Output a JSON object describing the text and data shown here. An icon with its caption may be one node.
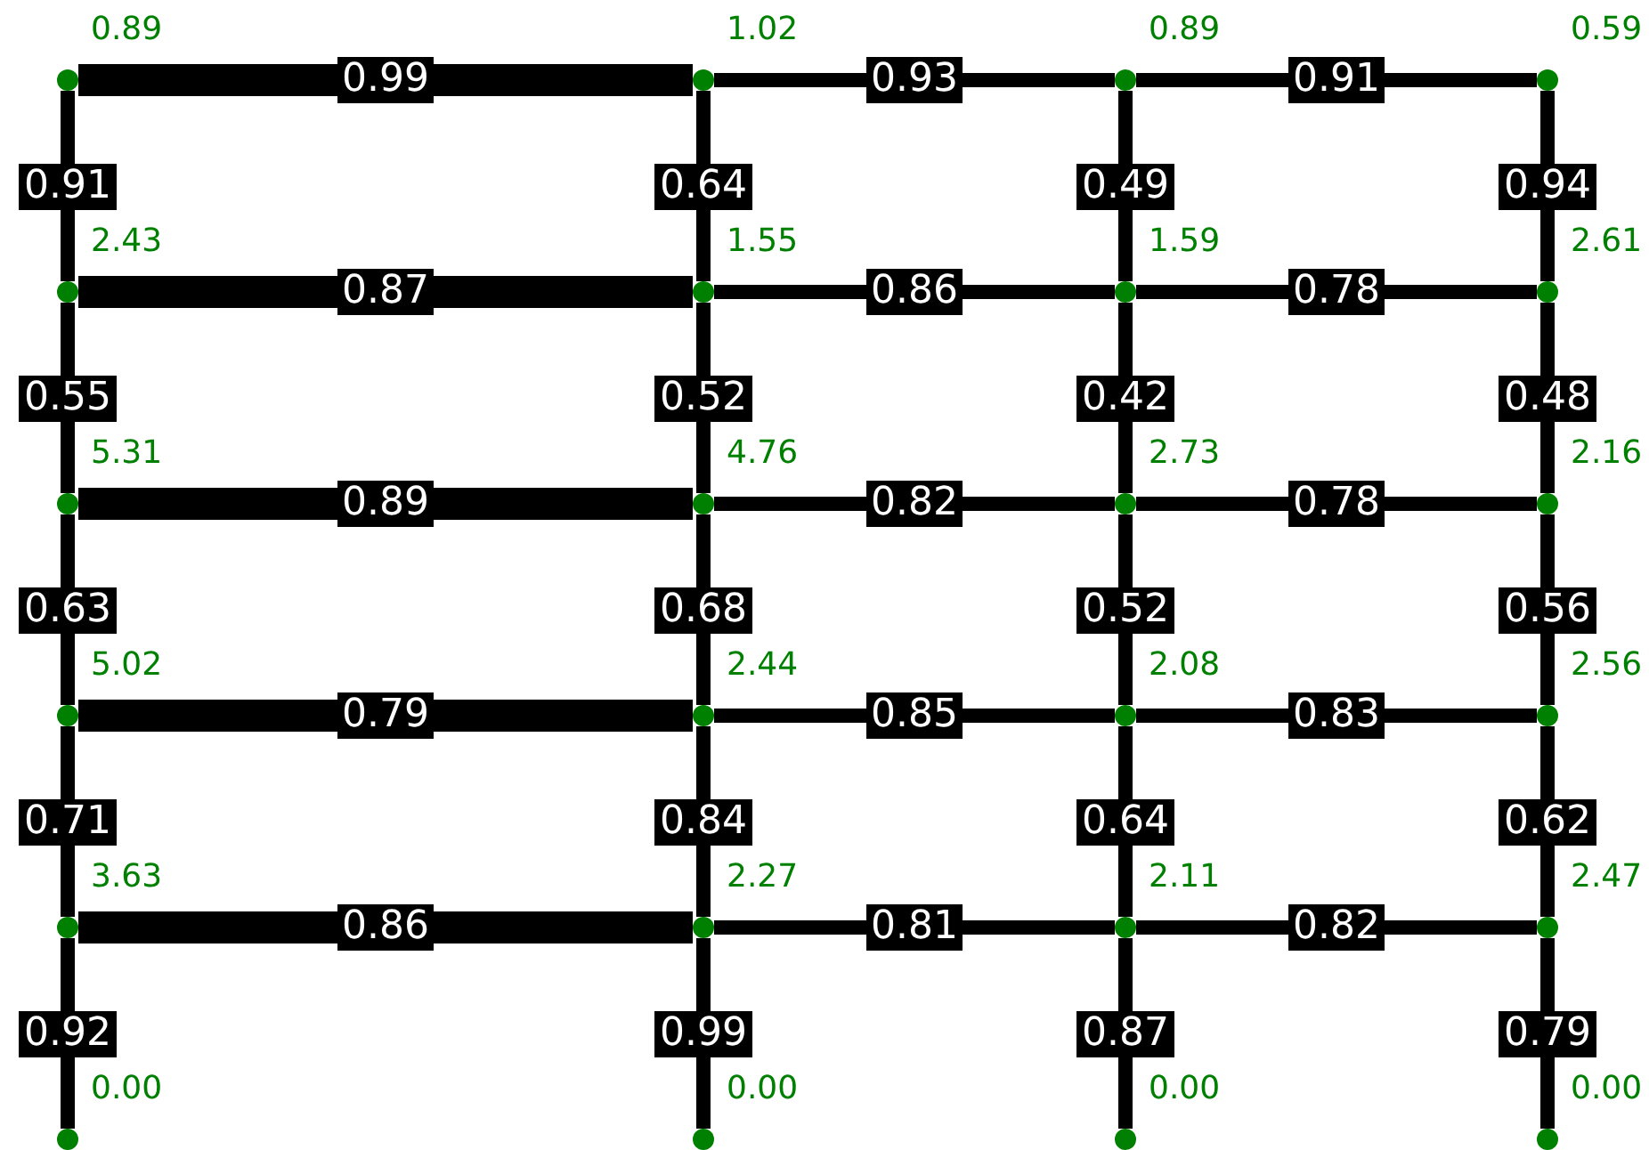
{
  "diagram": {
    "nodes": [
      {
        "text": [],
        "shape": "circle",
        "beside": [
          "0.89"
        ]
      },
      {
        "text": [],
        "shape": "circle",
        "beside": [
          "1.02"
        ]
      },
      {
        "text": [],
        "shape": "circle",
        "beside": [
          "0.89"
        ]
      },
      {
        "text": [],
        "shape": "circle",
        "beside": [
          "0.59"
        ]
      },
      {
        "text": [],
        "shape": "circle",
        "beside": [
          "2.43"
        ]
      },
      {
        "text": [],
        "shape": "circle",
        "beside": [
          "1.55"
        ]
      },
      {
        "text": [],
        "shape": "circle",
        "beside": [
          "1.59"
        ]
      },
      {
        "text": [],
        "shape": "circle",
        "beside": [
          "2.61"
        ]
      },
      {
        "text": [],
        "shape": "circle",
        "beside": [
          "5.31"
        ]
      },
      {
        "text": [],
        "shape": "circle",
        "beside": [
          "4.76"
        ]
      },
      {
        "text": [],
        "shape": "circle",
        "beside": [
          "2.73"
        ]
      },
      {
        "text": [],
        "shape": "circle",
        "beside": [
          "2.16"
        ]
      },
      {
        "text": [],
        "shape": "circle",
        "beside": [
          "5.02"
        ]
      },
      {
        "text": [],
        "shape": "circle",
        "beside": [
          "2.44"
        ]
      },
      {
        "text": [],
        "shape": "circle",
        "beside": [
          "2.08"
        ]
      },
      {
        "text": [],
        "shape": "circle",
        "beside": [
          "2.56"
        ]
      },
      {
        "text": [],
        "shape": "circle",
        "beside": [
          "3.63"
        ]
      },
      {
        "text": [],
        "shape": "circle",
        "beside": [
          "2.27"
        ]
      },
      {
        "text": [],
        "shape": "circle",
        "beside": [
          "2.11"
        ]
      },
      {
        "text": [],
        "shape": "circle",
        "beside": [
          "2.47"
        ]
      },
      {
        "text": [],
        "shape": "circle",
        "beside": [
          "0.00"
        ]
      },
      {
        "text": [],
        "shape": "circle",
        "beside": [
          "0.00"
        ]
      },
      {
        "text": [],
        "shape": "circle",
        "beside": [
          "0.00"
        ]
      },
      {
        "text": [],
        "shape": "circle",
        "beside": [
          "0.00"
        ]
      }
    ],
    "edges": [
      {
        "from": 0,
        "to": 1,
        "arrow": "none",
        "label": "0.99",
        "style": "thick"
      },
      {
        "from": 1,
        "to": 2,
        "arrow": "none",
        "label": "0.93"
      },
      {
        "from": 2,
        "to": 3,
        "arrow": "none",
        "label": "0.91"
      },
      {
        "from": 0,
        "to": 4,
        "arrow": "none",
        "label": "0.91"
      },
      {
        "from": 1,
        "to": 5,
        "arrow": "none",
        "label": "0.64"
      },
      {
        "from": 2,
        "to": 6,
        "arrow": "none",
        "label": "0.49"
      },
      {
        "from": 3,
        "to": 7,
        "arrow": "none",
        "label": "0.94"
      },
      {
        "from": 4,
        "to": 5,
        "arrow": "none",
        "label": "0.87",
        "style": "thick"
      },
      {
        "from": 5,
        "to": 6,
        "arrow": "none",
        "label": "0.86"
      },
      {
        "from": 6,
        "to": 7,
        "arrow": "none",
        "label": "0.78"
      },
      {
        "from": 4,
        "to": 8,
        "arrow": "none",
        "label": "0.55"
      },
      {
        "from": 5,
        "to": 9,
        "arrow": "none",
        "label": "0.52"
      },
      {
        "from": 6,
        "to": 10,
        "arrow": "none",
        "label": "0.42"
      },
      {
        "from": 7,
        "to": 11,
        "arrow": "none",
        "label": "0.48"
      },
      {
        "from": 8,
        "to": 9,
        "arrow": "none",
        "label": "0.89",
        "style": "thick"
      },
      {
        "from": 9,
        "to": 10,
        "arrow": "none",
        "label": "0.82"
      },
      {
        "from": 10,
        "to": 11,
        "arrow": "none",
        "label": "0.78"
      },
      {
        "from": 8,
        "to": 12,
        "arrow": "none",
        "label": "0.63"
      },
      {
        "from": 9,
        "to": 13,
        "arrow": "none",
        "label": "0.68"
      },
      {
        "from": 10,
        "to": 14,
        "arrow": "none",
        "label": "0.52"
      },
      {
        "from": 11,
        "to": 15,
        "arrow": "none",
        "label": "0.56"
      },
      {
        "from": 12,
        "to": 13,
        "arrow": "none",
        "label": "0.79",
        "style": "thick"
      },
      {
        "from": 13,
        "to": 14,
        "arrow": "none",
        "label": "0.85"
      },
      {
        "from": 14,
        "to": 15,
        "arrow": "none",
        "label": "0.83"
      },
      {
        "from": 12,
        "to": 16,
        "arrow": "none",
        "label": "0.71"
      },
      {
        "from": 13,
        "to": 17,
        "arrow": "none",
        "label": "0.84"
      },
      {
        "from": 14,
        "to": 18,
        "arrow": "none",
        "label": "0.64"
      },
      {
        "from": 15,
        "to": 19,
        "arrow": "none",
        "label": "0.62"
      },
      {
        "from": 16,
        "to": 17,
        "arrow": "none",
        "label": "0.86",
        "style": "thick"
      },
      {
        "from": 17,
        "to": 18,
        "arrow": "none",
        "label": "0.81"
      },
      {
        "from": 18,
        "to": 19,
        "arrow": "none",
        "label": "0.82"
      },
      {
        "from": 16,
        "to": 20,
        "arrow": "none",
        "label": "0.92"
      },
      {
        "from": 17,
        "to": 21,
        "arrow": "none",
        "label": "0.99"
      },
      {
        "from": 18,
        "to": 22,
        "arrow": "none",
        "label": "0.87"
      },
      {
        "from": 19,
        "to": 23,
        "arrow": "none",
        "label": "0.79"
      }
    ]
  }
}
